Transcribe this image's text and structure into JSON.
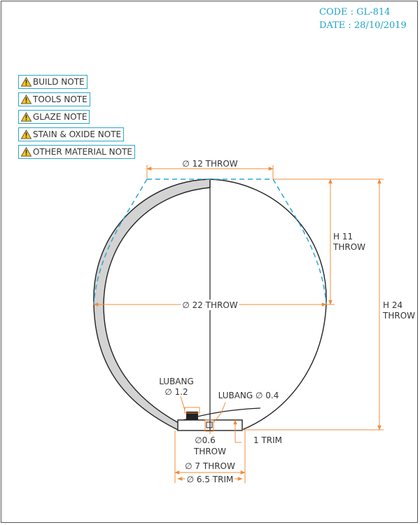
{
  "title_block": {
    "code": "CODE : GL-814",
    "date": "DATE : 28/10/2019"
  },
  "notes": [
    {
      "label": "BUILD NOTE",
      "icon": "warning-icon"
    },
    {
      "label": "TOOLS NOTE",
      "icon": "warning-icon"
    },
    {
      "label": "GLAZE NOTE",
      "icon": "warning-icon"
    },
    {
      "label": "STAIN & OXIDE NOTE",
      "icon": "warning-icon"
    },
    {
      "label": "OTHER MATERIAL NOTE",
      "icon": "warning-icon"
    }
  ],
  "dimensions": {
    "top_diameter": "∅ 12 THROW",
    "max_diameter": "∅ 22 THROW",
    "shoulder_height_1": "H 11",
    "shoulder_height_2": "THROW",
    "total_height_1": "H 24",
    "total_height_2": "THROW",
    "lubang_left_1": "LUBANG",
    "lubang_left_2": "∅ 1.2",
    "lubang_right": "LUBANG ∅ 0.4",
    "inner_foot_1": "∅0.6",
    "inner_foot_2": "THROW",
    "trim": "1 TRIM",
    "foot_throw": "∅ 7 THROW",
    "foot_trim": "∅ 6.5 TRIM"
  },
  "colors": {
    "dimension": "#f08c3a",
    "dashed": "#2aa7d6",
    "title": "#1ea3c8",
    "section_fill": "#d3d3d3"
  }
}
